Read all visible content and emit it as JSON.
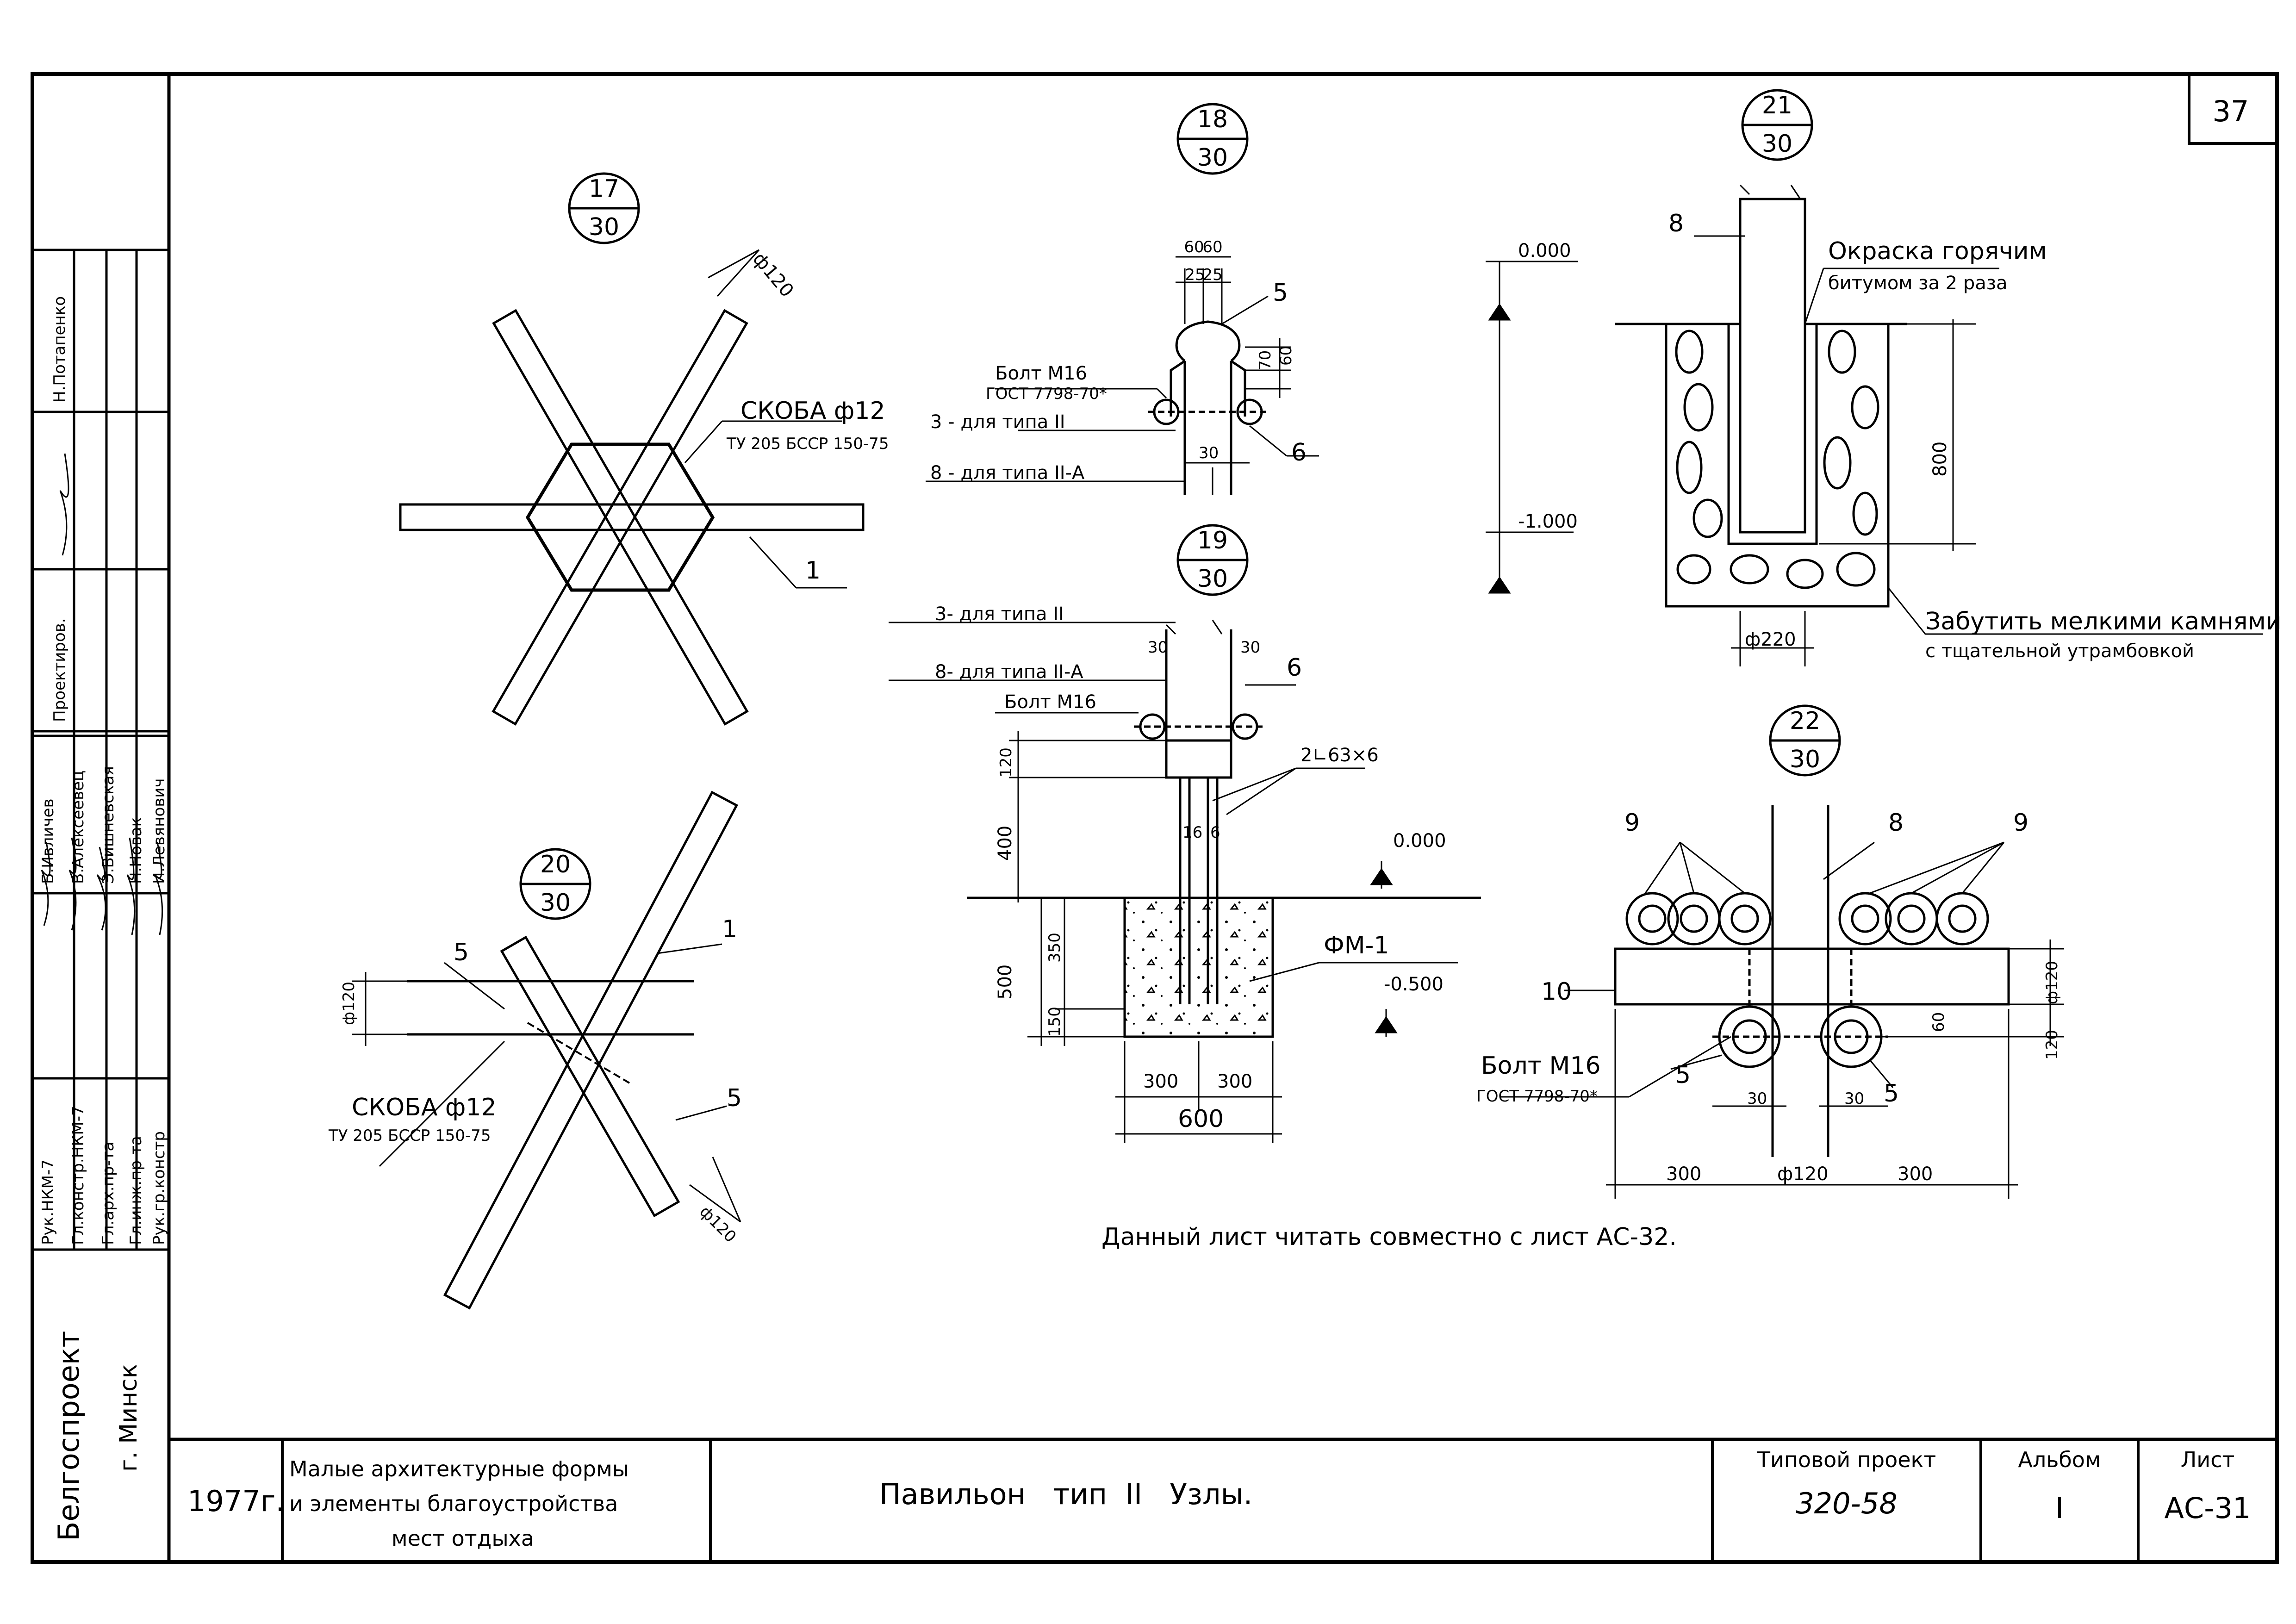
{
  "sheet": {
    "sheet_number": "37",
    "note": "Данный лист читать совместно с лист АС-32."
  },
  "side_stamp": {
    "org": "Белгоспроект",
    "city": "г. Минск",
    "roles": [
      "Рук.НКМ-7",
      "Гл.констр.НКМ-7",
      "Гл.арх.пр-та",
      "Гл.инж.пр-та",
      "Рук.гр.констр"
    ],
    "names": [
      "Б.Ивличев",
      "В.Алексеевец",
      "Э.Вишневская",
      "Н.Новак",
      "И.Левянович"
    ],
    "designers_label": "Проектиров.",
    "designer_name": "Н.Потапенко"
  },
  "title_block": {
    "year": "1977г.",
    "subject": [
      "Малые архитектурные формы",
      "и элементы благоустройства",
      "мест отдыха"
    ],
    "title": "Павильон   тип  II   Узлы.",
    "project_label": "Типовой проект",
    "project_number": "320-58",
    "album_label": "Альбом",
    "album_number": "I",
    "sheet_label": "Лист",
    "sheet_code": "АС-31"
  },
  "node17": {
    "num": "17",
    "ref": "30",
    "label_bracket": "СКОБА ф12",
    "label_tu": "ТУ 205 БССР 150-75",
    "dim_dia": "ф120",
    "callout_1": "1"
  },
  "node18": {
    "num": "18",
    "ref": "30",
    "dim_top1": "60",
    "dim_top2": "60",
    "dim_sub1": "25",
    "dim_sub2": "25",
    "dim_70": "70",
    "dim_60": "60",
    "dim_30": "30",
    "callout_5": "5",
    "callout_6": "6",
    "bolt": "Болт М16",
    "gost": "ГОСТ 7798-70*",
    "line3": "3 - для типа II",
    "line8": "8 - для типа II-А"
  },
  "node19": {
    "num": "19",
    "ref": "30",
    "line3": "3- для типа II",
    "line8": "8- для типа II-А",
    "bolt": "Болт М16",
    "dim_30a": "30",
    "dim_30b": "30",
    "callout_6": "6",
    "angle": "2∟63×6",
    "dim_120": "120",
    "dim_400": "400",
    "dim_16a": "16",
    "dim_6": "6",
    "elev_0": "0.000",
    "elev_m05": "-0.500",
    "fm": "ФМ-1",
    "dim_500": "500",
    "dim_350": "350",
    "dim_150": "150",
    "dim_300a": "300",
    "dim_300b": "300",
    "dim_600": "600"
  },
  "node20": {
    "num": "20",
    "ref": "30",
    "callout_5a": "5",
    "callout_5b": "5",
    "callout_1": "1",
    "dim_dia_left": "ф120",
    "dim_dia_bottom": "ф120",
    "label_bracket": "СКОБА ф12",
    "label_tu": "ТУ 205 БССР 150-75"
  },
  "node21": {
    "num": "21",
    "ref": "30",
    "callout_8": "8",
    "paint1": "Окраска горячим",
    "paint2": "битумом за 2 раза",
    "elev_0": "0.000",
    "elev_m1": "-1.000",
    "dim_800": "800",
    "dim_220": "ф220",
    "fill1": "Забутить мелкими камнями",
    "fill2": "с тщательной утрамбовкой"
  },
  "node22": {
    "num": "22",
    "ref": "30",
    "callout_9a": "9",
    "callout_9b": "9",
    "callout_8": "8",
    "callout_10": "10",
    "callout_5a": "5",
    "callout_5b": "5",
    "bolt": "Болт М16",
    "gost": "ГОСТ 7798-70*",
    "dim_60": "60",
    "dim_120d": "ф120",
    "dim_120": "120",
    "dim_30a": "30",
    "dim_30b": "30",
    "dim_300a": "300",
    "dim_dia": "ф120",
    "dim_300b": "300"
  }
}
